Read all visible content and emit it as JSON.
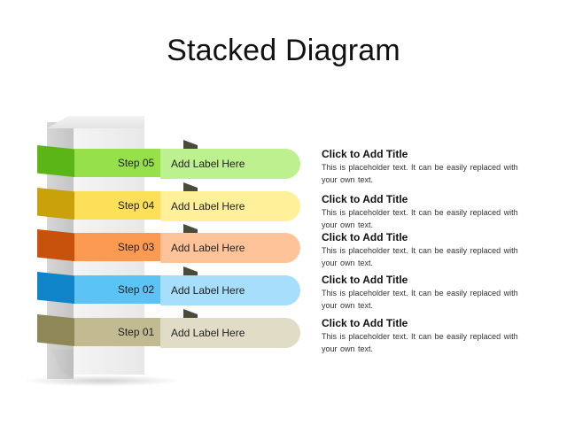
{
  "slide": {
    "title": "Stacked Diagram"
  },
  "steps": [
    {
      "step": "Step 05",
      "label": "Add Label Here",
      "flap_color": "#5cb516",
      "face_color": "#96e04a",
      "pill_color": "#bdf08e",
      "title": "Click to Add Title",
      "text": "This is placeholder text. It can be easily replaced with your own text."
    },
    {
      "step": "Step 04",
      "label": "Add Label Here",
      "flap_color": "#c9a10a",
      "face_color": "#fddf5a",
      "pill_color": "#fff099",
      "title": "Click to Add Title",
      "text": "This is placeholder text. It can be easily replaced with your own text."
    },
    {
      "step": "Step 03",
      "label": "Add Label Here",
      "flap_color": "#c8520c",
      "face_color": "#fd9a52",
      "pill_color": "#ffc39a",
      "title": "Click to Add Title",
      "text": "This is placeholder text. It can be easily replaced with your own text."
    },
    {
      "step": "Step 02",
      "label": "Add Label Here",
      "flap_color": "#0f84c8",
      "face_color": "#5cc3f5",
      "pill_color": "#a6defb",
      "title": "Click to Add Title",
      "text": "This is placeholder text. It can be easily replaced with your own text."
    },
    {
      "step": "Step 01",
      "label": "Add Label Here",
      "flap_color": "#8e8858",
      "face_color": "#c2bb92",
      "pill_color": "#e0dcc6",
      "title": "Click to Add Title",
      "text": "This is placeholder text. It can be easily replaced with your own text."
    }
  ]
}
